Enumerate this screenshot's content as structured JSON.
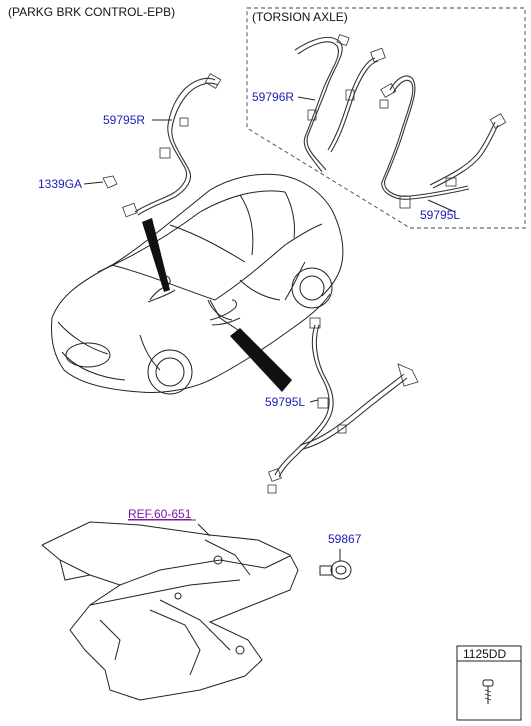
{
  "title": "(PARKG BRK CONTROL-EPB)",
  "torsion_box": {
    "title": "(TORSION AXLE)"
  },
  "parts": {
    "p59796R": "59796R",
    "p59795L_box": "59795L",
    "p59795R": "59795R",
    "p1339GA": "1339GA",
    "p59795L_main": "59795L",
    "p59867": "59867",
    "ref": "REF.60-651"
  },
  "fastener_box": {
    "code": "1125DD"
  },
  "colors": {
    "part_label": "#1d1db5",
    "ref_label": "#7a1aa8",
    "line": "#222222"
  }
}
